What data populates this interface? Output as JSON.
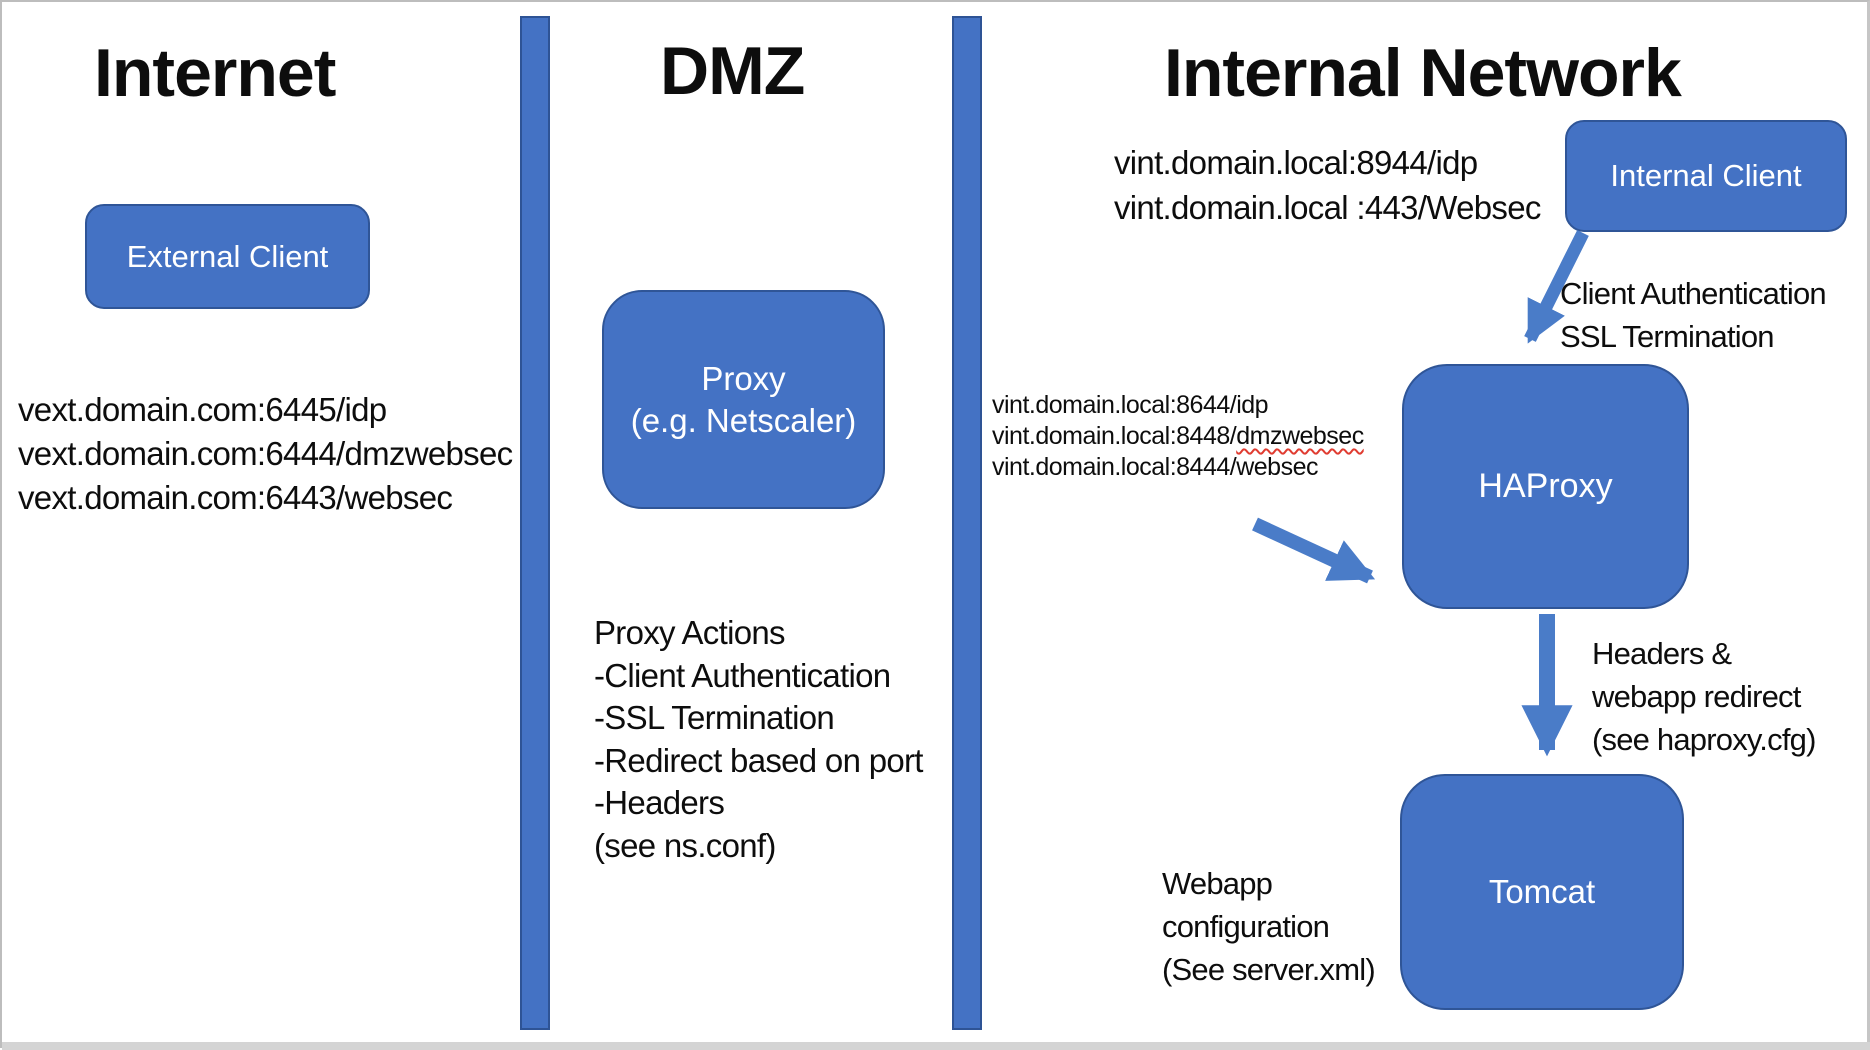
{
  "slide": {
    "kind": "network-architecture-diagram",
    "colors": {
      "shape_fill": "#4472C4",
      "shape_border": "#2F5597",
      "bar_border": "#2e5395",
      "arrow": "#4A7CC8",
      "text": "#0d0d0d",
      "spellcheck_squiggle": "#e03c31",
      "background": "#ffffff"
    }
  },
  "zones": {
    "internet": {
      "title": "Internet"
    },
    "dmz": {
      "title": "DMZ"
    },
    "internal": {
      "title": "Internal Network"
    }
  },
  "nodes": {
    "external_client": {
      "label": "External Client"
    },
    "proxy": {
      "label_line1": "Proxy",
      "label_line2": "(e.g. Netscaler)"
    },
    "internal_client": {
      "label": "Internal Client"
    },
    "haproxy": {
      "label": "HAProxy"
    },
    "tomcat": {
      "label": "Tomcat"
    }
  },
  "annotations": {
    "vext_endpoints": {
      "lines": [
        "vext.domain.com:6445/idp",
        "vext.domain.com:6444/dmzwebsec",
        "vext.domain.com:6443/websec"
      ]
    },
    "proxy_actions": {
      "lines": [
        "Proxy Actions",
        "-Client Authentication",
        "-SSL Termination",
        "-Redirect based on port",
        "-Headers",
        "(see ns.conf)"
      ]
    },
    "vint_client_endpoints": {
      "lines": [
        "vint.domain.local:8944/idp",
        "vint.domain.local :443/Websec"
      ]
    },
    "client_auth": {
      "lines": [
        "Client Authentication",
        "SSL Termination"
      ]
    },
    "vint_haproxy_endpoints": {
      "line1": "vint.domain.local:8644/idp",
      "line2_prefix": "vint.domain.local:8448/",
      "line2_misspelled": "dmzwebsec",
      "line3": "vint.domain.local:8444/websec"
    },
    "headers_redirect": {
      "lines": [
        "Headers &",
        "webapp redirect",
        "(see haproxy.cfg)"
      ]
    },
    "webapp_config": {
      "lines": [
        "Webapp",
        "configuration",
        "(See server.xml)"
      ]
    }
  }
}
